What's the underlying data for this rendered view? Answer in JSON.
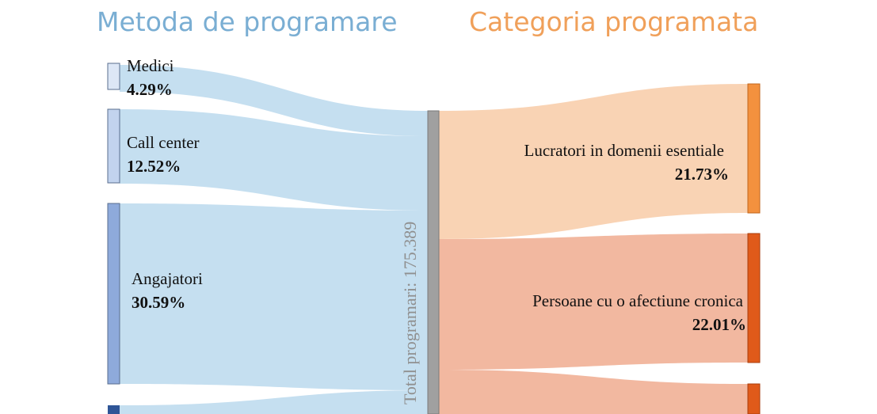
{
  "headings": {
    "left": "Metoda de programare",
    "right": "Categoria programata"
  },
  "colors": {
    "left_heading": "#7aaed3",
    "right_heading": "#f0a05a",
    "link_left": "#c5dff0",
    "link_right_1": "#f9d3b4",
    "link_right_2": "#f2b8a0",
    "node_medici": "#dde7f6",
    "node_call_center": "#c2d3ee",
    "node_angajatori": "#8eaadb",
    "node_dark": "#2f5597",
    "node_total": "#a0a0a0",
    "node_lucratori": "#f3913e",
    "node_afectiune": "#e05a1a",
    "total_text": "#909090"
  },
  "chart_data": {
    "type": "sankey",
    "total": {
      "label": "Total programari: 175.389"
    },
    "sources": [
      {
        "name": "Medici",
        "percent": "4.29%",
        "value": 4.29
      },
      {
        "name": "Call center",
        "percent": "12.52%",
        "value": 12.52
      },
      {
        "name": "Angajatori",
        "percent": "30.59%",
        "value": 30.59
      }
    ],
    "targets": [
      {
        "name": "Lucratori in domenii esentiale",
        "percent": "21.73%",
        "value": 21.73
      },
      {
        "name": "Persoane cu o afectiune cronica",
        "percent": "22.01%",
        "value": 22.01
      }
    ]
  }
}
